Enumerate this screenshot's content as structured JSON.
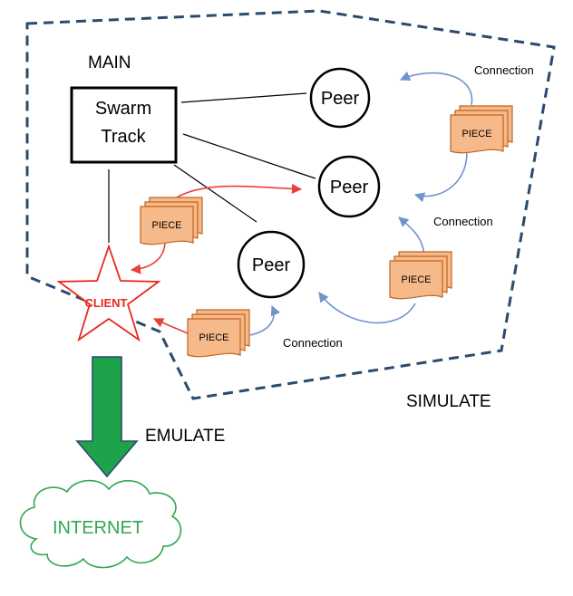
{
  "labels": {
    "main": "MAIN",
    "simulate": "SIMULATE",
    "emulate": "EMULATE"
  },
  "tracker": {
    "line1": "Swarm",
    "line2": "Track"
  },
  "peers": [
    {
      "label": "Peer"
    },
    {
      "label": "Peer"
    },
    {
      "label": "Peer"
    }
  ],
  "client": {
    "label": "CLIENT"
  },
  "internet": {
    "label": "INTERNET"
  },
  "pieces": [
    {
      "label": "PIECE"
    },
    {
      "label": "PIECE"
    },
    {
      "label": "PIECE"
    },
    {
      "label": "PIECE"
    }
  ],
  "connections": [
    {
      "label": "Connection"
    },
    {
      "label": "Connection"
    },
    {
      "label": "Connection"
    }
  ],
  "colors": {
    "boundary": "#2b4a6e",
    "piece_fill": "#f6b98a",
    "piece_stroke": "#c0651e",
    "piece_arrow": "#e8403a",
    "connection_arrow": "#6f95cc",
    "client": "#e8281e",
    "emulate_arrow": "#1fa34a",
    "internet": "#2fa84f"
  }
}
